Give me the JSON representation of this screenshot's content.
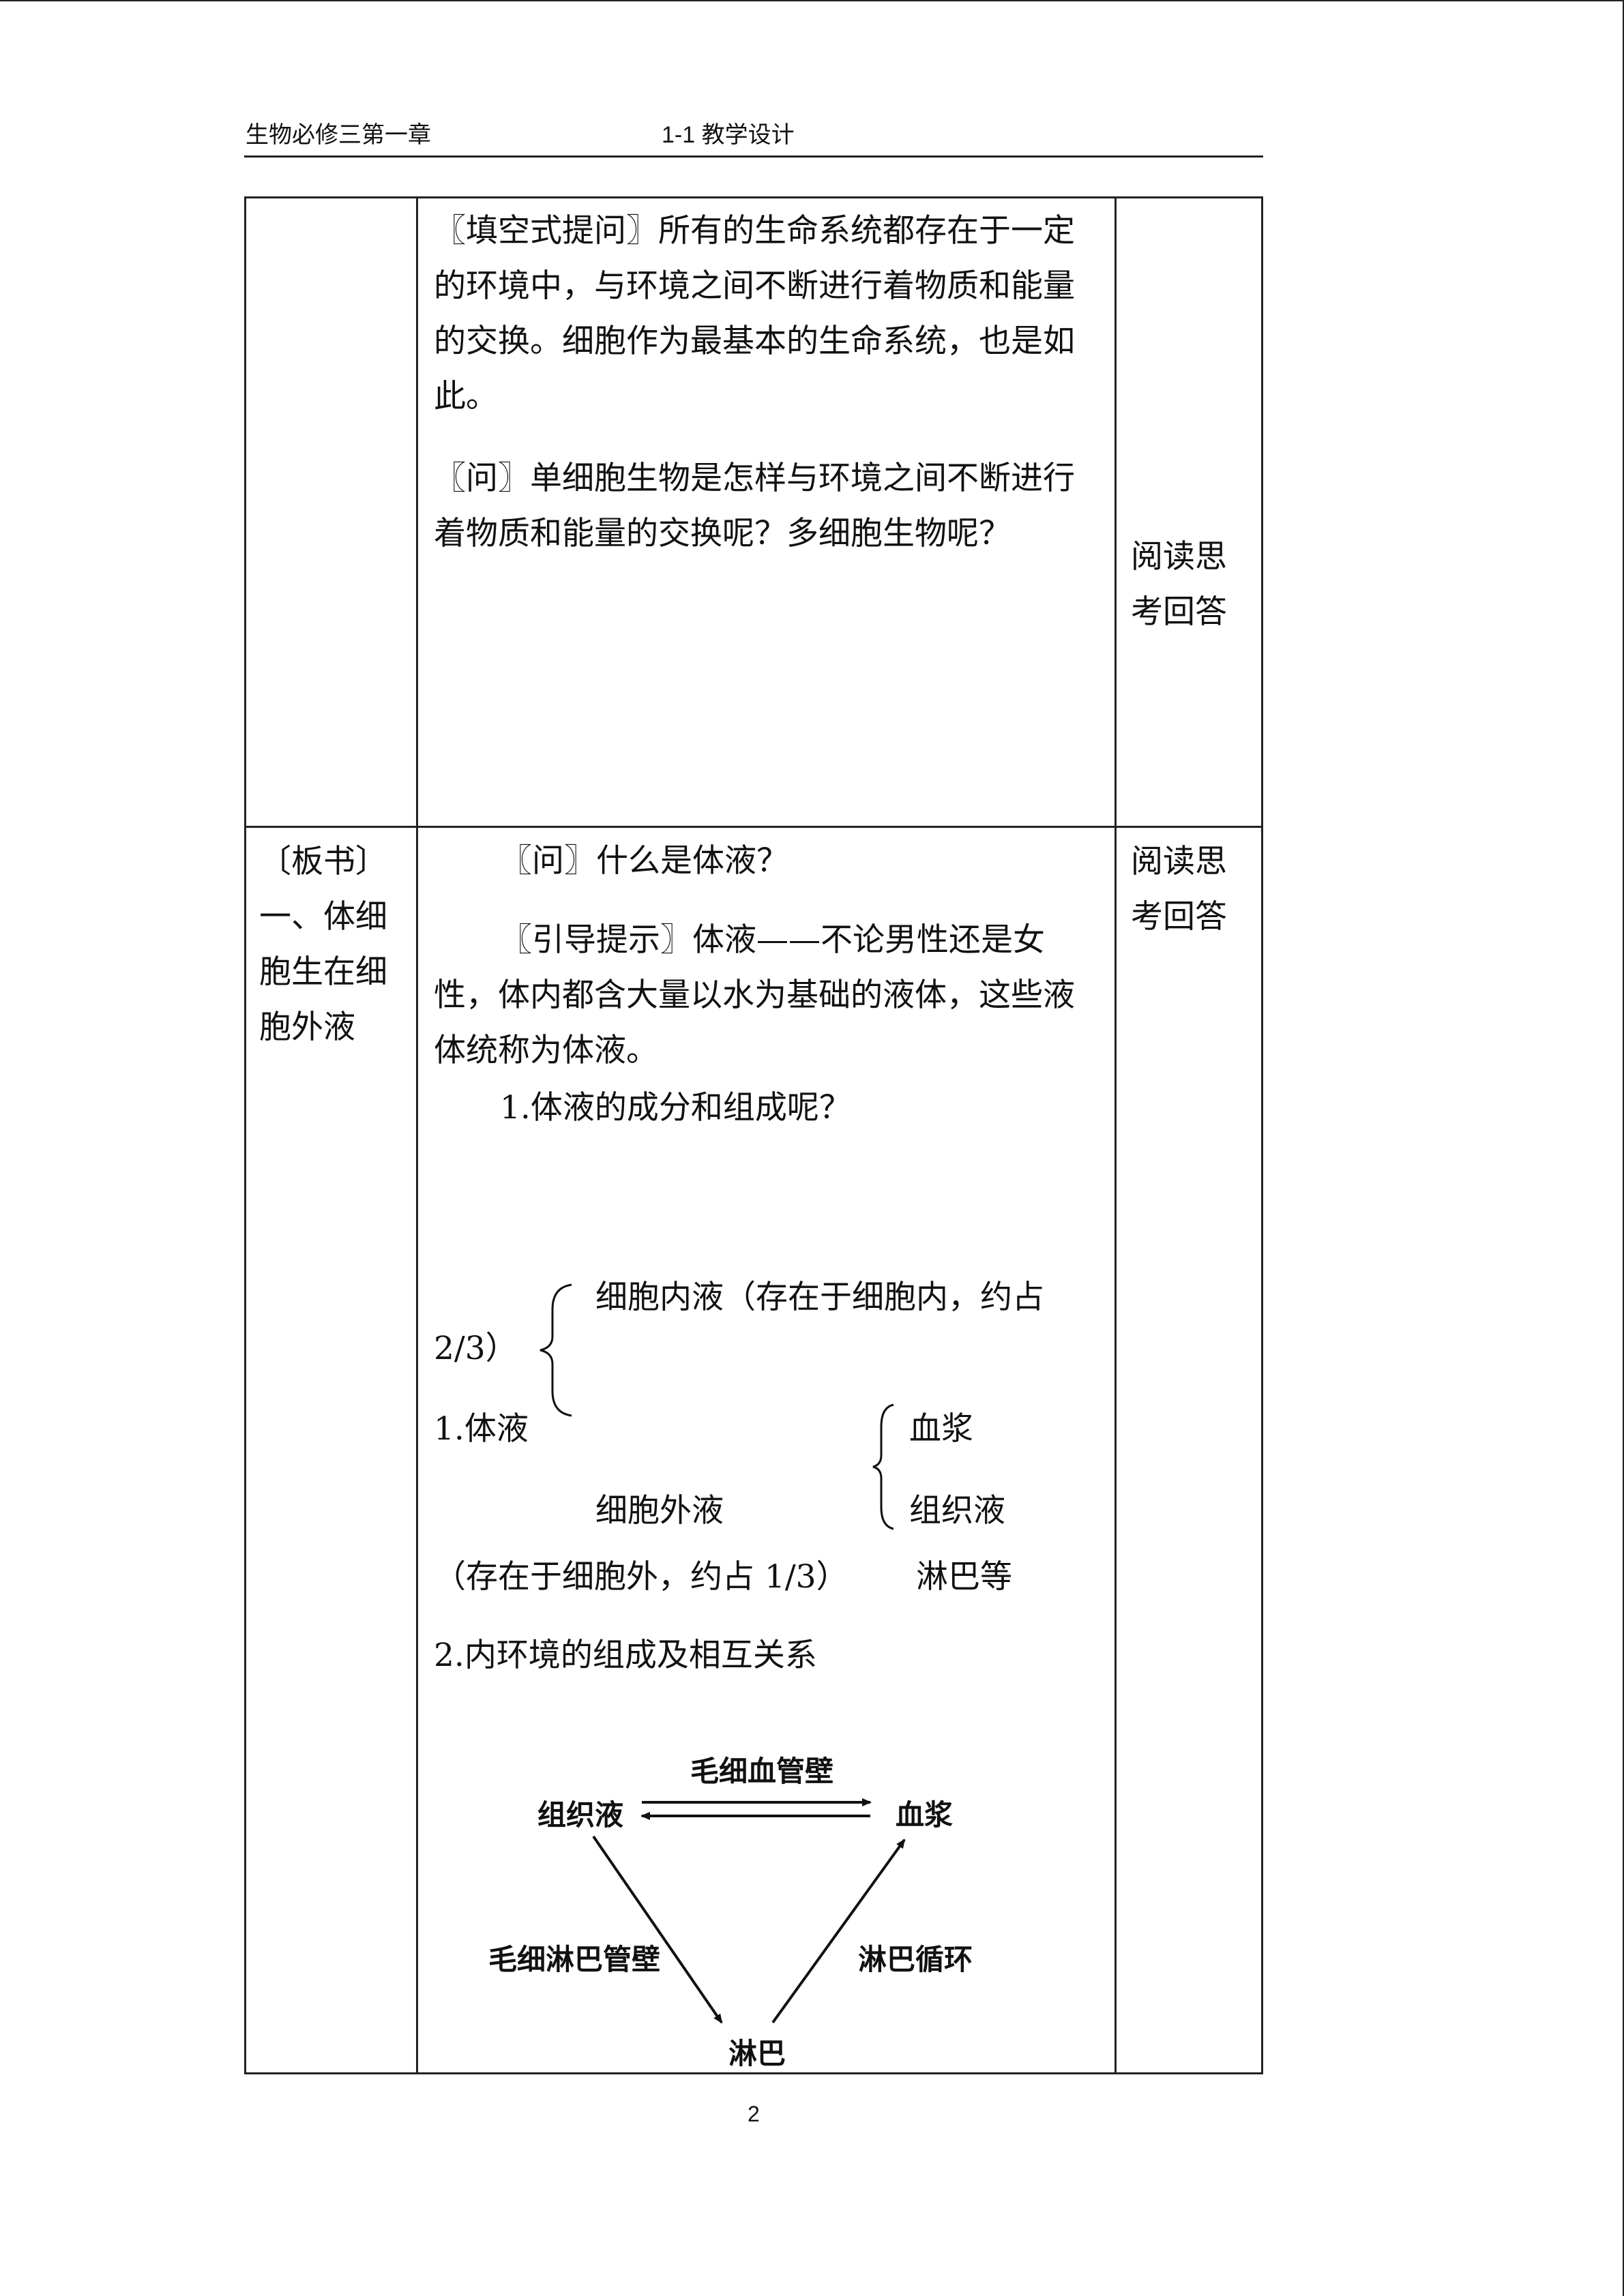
{
  "header": {
    "left": "生物必修三第一章",
    "center": "1-1 教学设计"
  },
  "row1": {
    "para1": "〖填空式提问〗所有的生命系统都存在于一定的环境中，与环境之间不断进行着物质和能量的交换。细胞作为最基本的生命系统，也是如此。",
    "para2": "〖问〗单细胞生物是怎样与环境之间不断进行着物质和能量的交换呢？多细胞生物呢？",
    "student_activity": "阅读思考回答"
  },
  "row2": {
    "board_label": "〔板书〕",
    "board_title": "一、体细胞生在细胞外液",
    "q1": "〖问〗什么是体液？",
    "hint": "〖引导提示〗体液——不论男性还是女性，体内都含大量以水为基础的液体，这些液体统称为体液。",
    "sub1": "1.体液的成分和组成呢？",
    "tree": {
      "root": "1.体液",
      "intracellular": "细胞内液（存在于细胞内，约占",
      "intracellular_frac": "2/3）",
      "extracellular": "细胞外液",
      "extracellular_note": "（存在于细胞外，约占 1/3）",
      "plasma": "血浆",
      "tissue_fluid": "组织液",
      "lymph": "淋巴等"
    },
    "sub2": "2.内环境的组成及相互关系",
    "diagram": {
      "capillary_wall": "毛细血管壁",
      "tissue_fluid": "组织液",
      "plasma": "血浆",
      "lymph_capillary_wall": "毛细淋巴管壁",
      "lymph_circulation": "淋巴循环",
      "lymph": "淋巴"
    },
    "student_activity": "阅读思考回答"
  },
  "footer": {
    "page_number": "2"
  }
}
